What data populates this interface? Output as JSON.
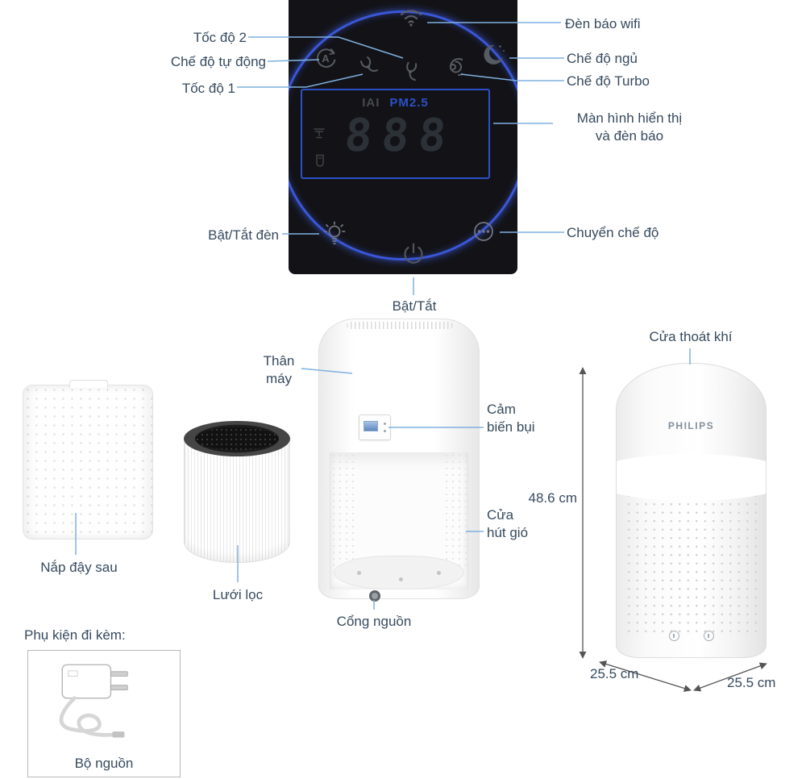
{
  "colors": {
    "label_text": "#374a5e",
    "leader_line": "#7fb0e0",
    "panel_background": "#131317",
    "panel_ring": "#3a57d8",
    "display_accent": "#2b50c8",
    "dimension_line": "#555555"
  },
  "control_panel": {
    "display": {
      "left_label": "IAI",
      "right_label": "PM2.5",
      "digits": "888"
    },
    "icons": [
      "wifi",
      "auto-mode",
      "speed-1",
      "speed-2",
      "turbo",
      "sleep",
      "light",
      "power",
      "mode-switch",
      "filter-status",
      "water-status"
    ]
  },
  "callouts": {
    "speed2": "Tốc độ 2",
    "auto": "Chế độ tự động",
    "speed1": "Tốc độ 1",
    "wifi": "Đèn báo wifi",
    "sleep": "Chế độ ngủ",
    "turbo": "Chế độ Turbo",
    "display": "Màn hình hiển thị và đèn báo",
    "light": "Bật/Tắt đèn",
    "mode": "Chuyển chế độ",
    "power": "Bật/Tắt",
    "body": "Thân máy",
    "outlet": "Cửa thoát khí",
    "dust_sensor": "Cảm biến bụi",
    "inlet": "Cửa hút gió",
    "rear_cover": "Nắp đậy sau",
    "filter": "Lưới lọc",
    "power_port": "Cổng nguồn"
  },
  "dimensions": {
    "height": "48.6 cm",
    "width": "25.5 cm",
    "depth": "25.5 cm"
  },
  "product": {
    "brand": "PHILIPS"
  },
  "accessory": {
    "title": "Phụ kiện đi kèm:",
    "item": "Bộ nguồn"
  }
}
